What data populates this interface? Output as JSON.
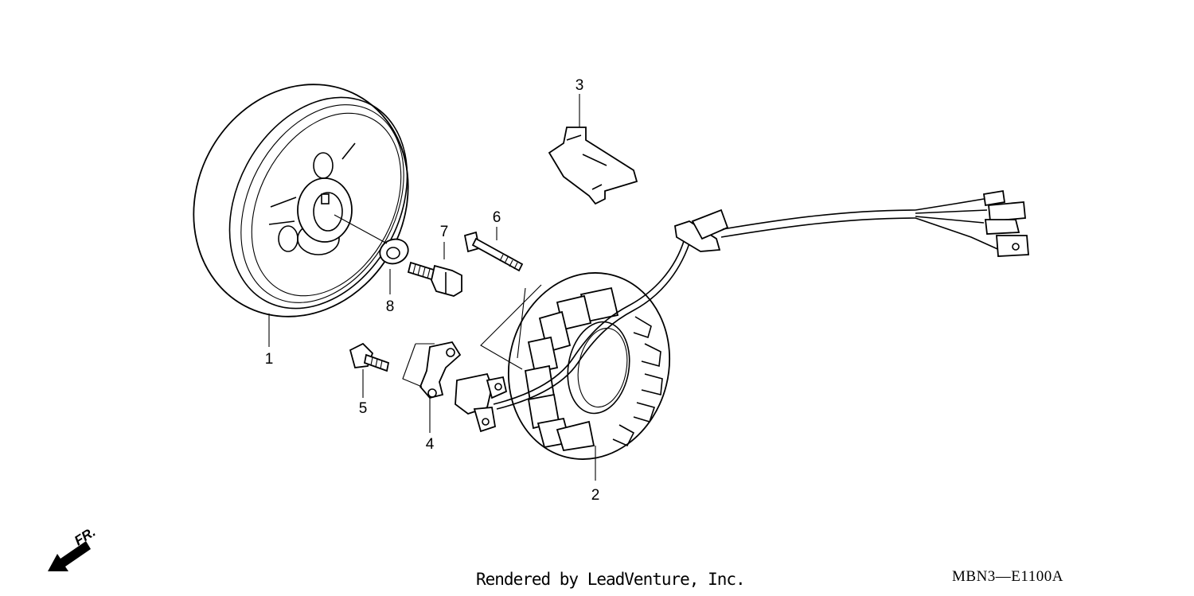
{
  "diagram": {
    "parts": [
      {
        "id": "1"
      },
      {
        "id": "2"
      },
      {
        "id": "3"
      },
      {
        "id": "4"
      },
      {
        "id": "5"
      },
      {
        "id": "6"
      },
      {
        "id": "7"
      },
      {
        "id": "8"
      }
    ],
    "front_arrow_label": "FR.",
    "credit": "Rendered by LeadVenture, Inc.",
    "diagram_code": "MBN3—E1100A"
  }
}
